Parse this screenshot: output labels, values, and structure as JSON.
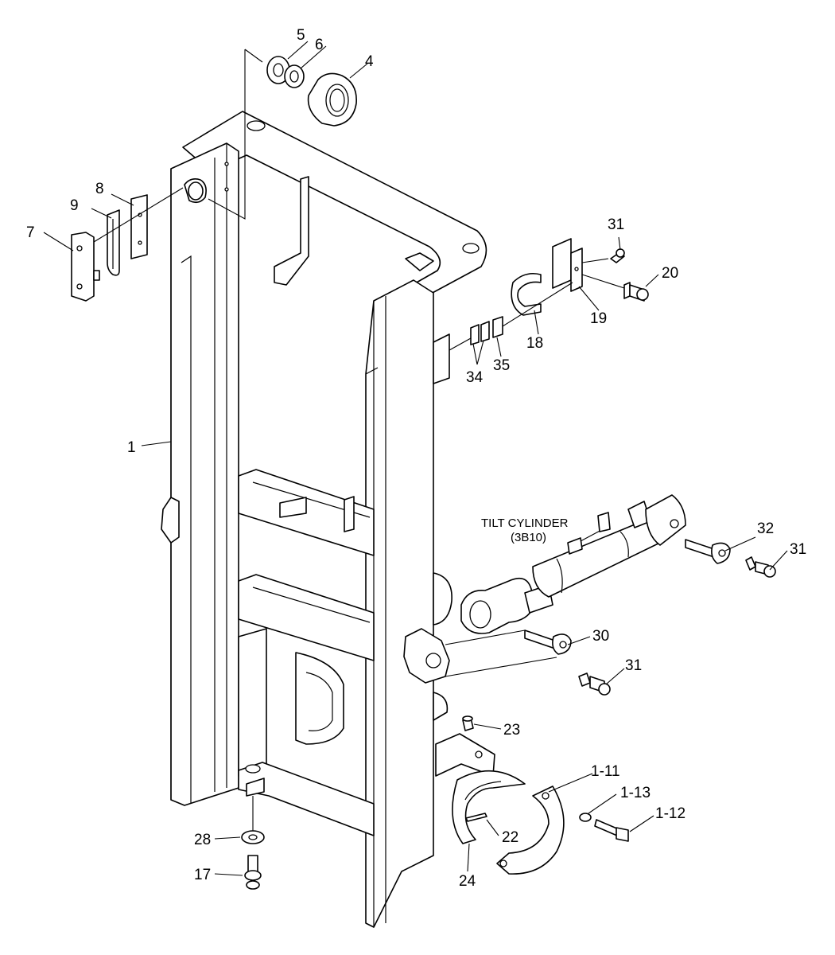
{
  "callouts": {
    "c5": "5",
    "c6": "6",
    "c4": "4",
    "c8": "8",
    "c9": "9",
    "c7": "7",
    "c31a": "31",
    "c20": "20",
    "c19": "19",
    "c18": "18",
    "c35": "35",
    "c34": "34",
    "c1": "1",
    "c32": "32",
    "c31b": "31",
    "c30": "30",
    "c31c": "31",
    "c23": "23",
    "c1_11": "1-11",
    "c1_13": "1-13",
    "c1_12": "1-12",
    "c22": "22",
    "c24": "24",
    "c28": "28",
    "c17": "17"
  },
  "tilt_cylinder": {
    "line1": "TILT CYLINDER",
    "line2": "(3B10)"
  }
}
